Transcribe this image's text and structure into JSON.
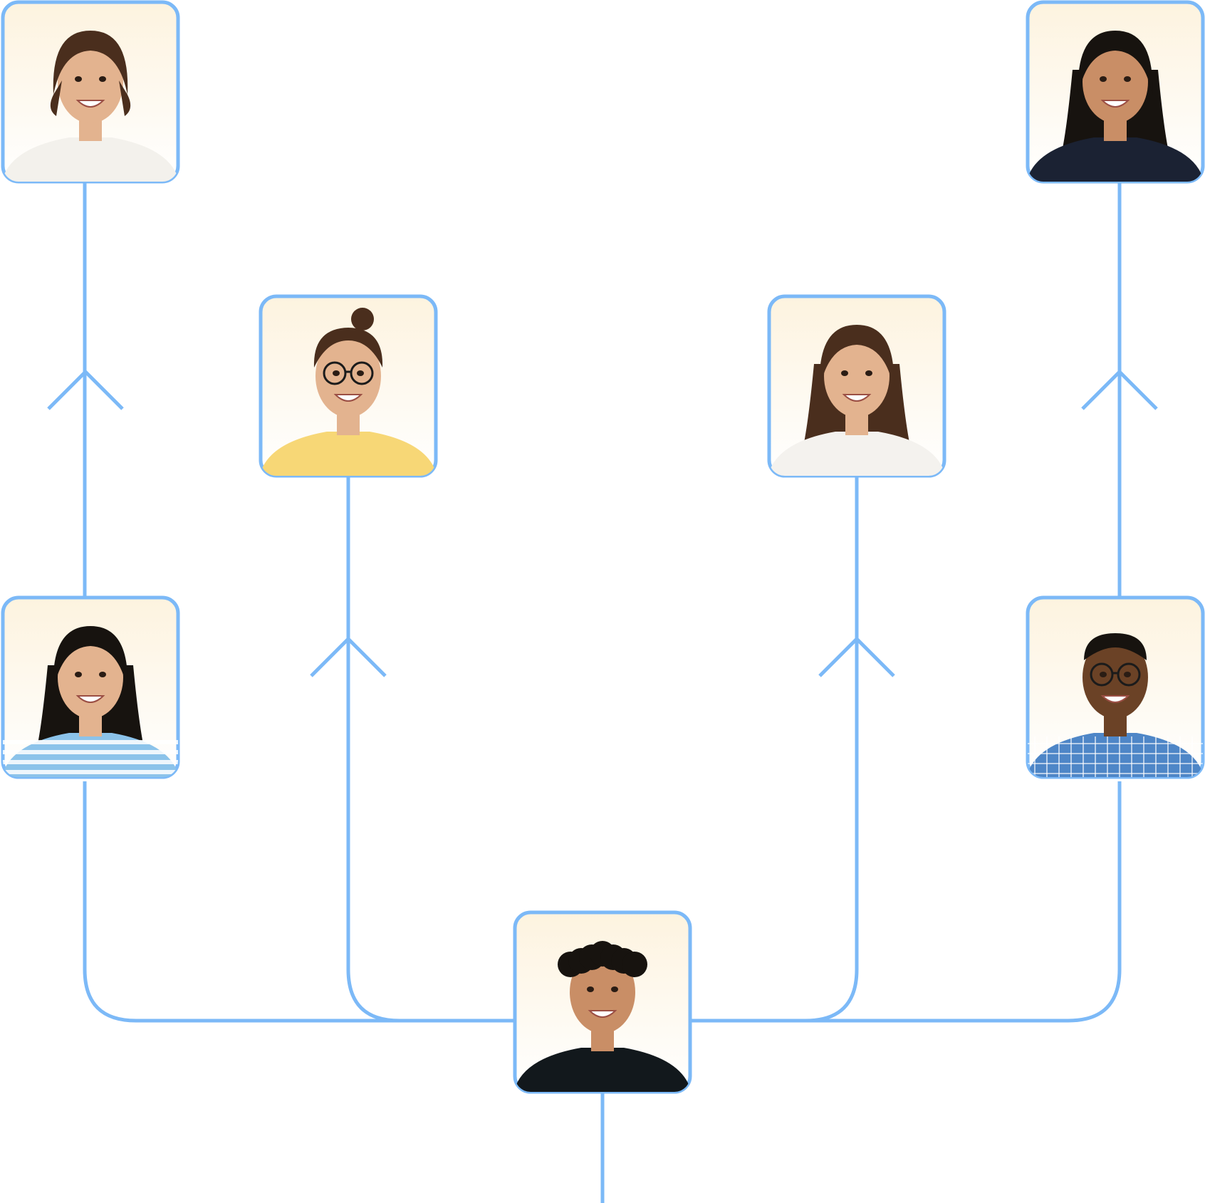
{
  "colors": {
    "accent": "#7cb9f7",
    "node_background_top": "#fdf3df",
    "node_background_bottom": "#ffffff"
  },
  "diagram": {
    "type": "tree",
    "direction": "bottom-to-top",
    "root": "person-root",
    "nodes": [
      {
        "id": "person-root",
        "icon": "person-curly-hair-smiling-icon",
        "shirt_color": "#12181c"
      },
      {
        "id": "person-left-1",
        "icon": "person-striped-shirt-icon",
        "shirt_color": "#8cc3ea"
      },
      {
        "id": "person-left-2",
        "icon": "person-white-shirt-icon",
        "shirt_color": "#f3f1ec"
      },
      {
        "id": "person-inner-left",
        "icon": "person-glasses-bun-icon",
        "shirt_color": "#f7d776"
      },
      {
        "id": "person-inner-right",
        "icon": "person-long-hair-white-shirt-icon",
        "shirt_color": "#f4f2ee"
      },
      {
        "id": "person-right-1",
        "icon": "person-glasses-plaid-shirt-icon",
        "shirt_color": "#4e86c7"
      },
      {
        "id": "person-right-2",
        "icon": "person-dark-blazer-icon",
        "shirt_color": "#1b2233"
      }
    ],
    "edges": [
      {
        "from": "person-root",
        "to": "person-left-1"
      },
      {
        "from": "person-left-1",
        "to": "person-left-2"
      },
      {
        "from": "person-root",
        "to": "person-inner-left"
      },
      {
        "from": "person-root",
        "to": "person-inner-right"
      },
      {
        "from": "person-root",
        "to": "person-right-1"
      },
      {
        "from": "person-right-1",
        "to": "person-right-2"
      }
    ]
  }
}
